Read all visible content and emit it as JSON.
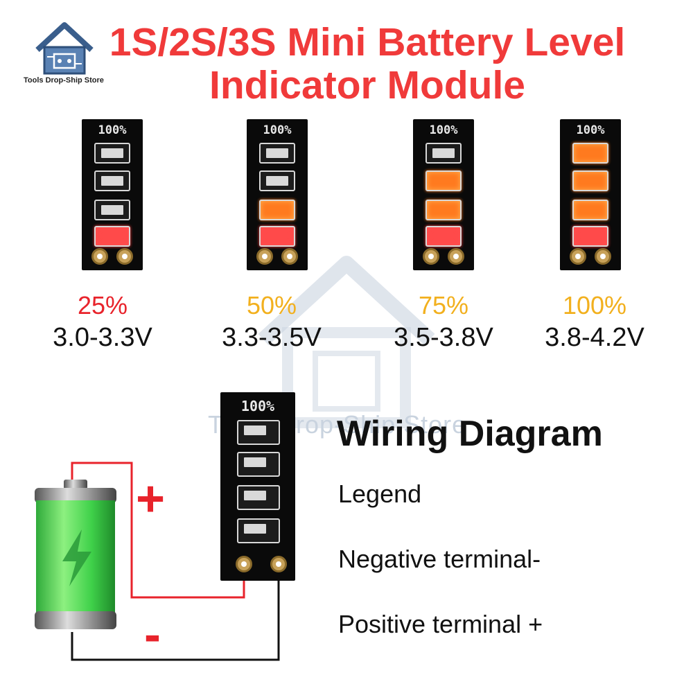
{
  "title": {
    "line1": "1S/2S/3S Mini Battery Level",
    "line2": "Indicator Module"
  },
  "store": {
    "name": "Tools Drop-Ship Store",
    "watermark": "Tools Drop-Ship Store"
  },
  "boards": [
    {
      "label": "100%",
      "percent": "25%",
      "voltage": "3.0-3.3V",
      "percent_color": "#e8232b",
      "leds": [
        "off",
        "off",
        "off",
        "red"
      ]
    },
    {
      "label": "100%",
      "percent": "50%",
      "voltage": "3.3-3.5V",
      "percent_color": "#f2b01e",
      "leds": [
        "off",
        "off",
        "orange",
        "red"
      ]
    },
    {
      "label": "100%",
      "percent": "75%",
      "voltage": "3.5-3.8V",
      "percent_color": "#f2b01e",
      "leds": [
        "off",
        "orange",
        "orange",
        "red"
      ]
    },
    {
      "label": "100%",
      "percent": "100%",
      "voltage": "3.8-4.2V",
      "percent_color": "#f2b01e",
      "leds": [
        "orange",
        "orange",
        "orange",
        "red"
      ]
    }
  ],
  "wiring": {
    "title": "Wiring Diagram",
    "board_label": "100%",
    "plus_sign": "+",
    "minus_sign": "-",
    "items": [
      "Legend",
      "Negative terminal-",
      "Positive terminal +"
    ]
  },
  "colors": {
    "title": "#f03a3a",
    "wire_positive": "#e8232b",
    "wire_negative": "#111111",
    "battery": "#3fd14a"
  },
  "icons": [
    "house-circuit-logo-icon",
    "lightning-icon",
    "battery-icon"
  ]
}
